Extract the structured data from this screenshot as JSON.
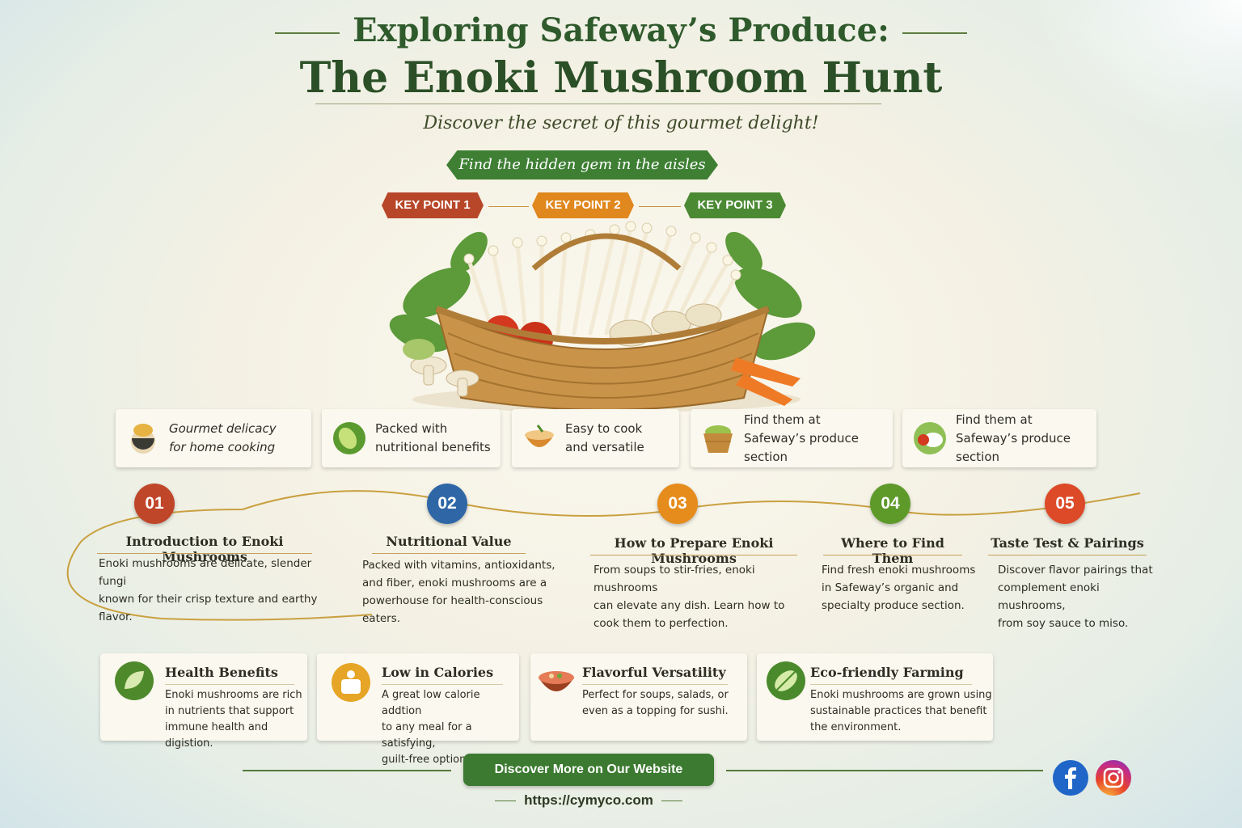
{
  "header": {
    "title_line1": "Exploring Safeway’s Produce:",
    "title_line2": "The Enoki Mushroom Hunt",
    "subtitle": "Discover the secret of this gourmet delight!",
    "ribbon": "Find the hidden gem in the aisles"
  },
  "key_points": [
    "KEY POINT 1",
    "KEY POINT 2",
    "KEY POINT 3"
  ],
  "features": [
    {
      "line1": "Gourmet delicacy",
      "line2": "for home cooking",
      "icon": "chef-icon"
    },
    {
      "line1": "Packed with",
      "line2": "nutritional benefits",
      "icon": "leaf-icon"
    },
    {
      "line1": "Easy to cook",
      "line2": "and versatile",
      "icon": "bowl-icon"
    },
    {
      "line1": "Find them at",
      "line2": "Safeway’s produce section",
      "icon": "basket-icon"
    },
    {
      "line1": "Find them at",
      "line2": "Safeway’s produce section",
      "icon": "produce-icon"
    }
  ],
  "steps": [
    {
      "num": "01",
      "title": "Introduction to Enoki Mushrooms",
      "desc": [
        "Enoki mushrooms are delicate, slender fungi",
        "known for their crisp texture and earthy flavor."
      ],
      "color": "#c0462a"
    },
    {
      "num": "02",
      "title": "Nutritional Value",
      "desc": [
        "Packed with vitamins, antioxidants,",
        "and fiber, enoki mushrooms are a",
        "powerhouse for health-conscious eaters."
      ],
      "color": "#2f67a6"
    },
    {
      "num": "03",
      "title": "How to Prepare Enoki Mushrooms",
      "desc": [
        "From soups to stir-fries, enoki mushrooms",
        "can elevate any dish. Learn how to",
        "cook them to perfection."
      ],
      "color": "#e58c1c"
    },
    {
      "num": "04",
      "title": "Where to Find Them",
      "desc": [
        "Find fresh enoki mushrooms",
        "in Safeway’s organic and",
        "specialty produce section."
      ],
      "color": "#5e9a2a"
    },
    {
      "num": "05",
      "title": "Taste Test & Pairings",
      "desc": [
        "Discover flavor pairings that",
        "complement enoki mushrooms,",
        "from soy sauce to miso."
      ],
      "color": "#dd4a28"
    }
  ],
  "cards": [
    {
      "title": "Health Benefits",
      "desc": [
        "Enoki mushrooms are rich",
        "in nutrients that support",
        "immune health and digistion."
      ],
      "icon": "leaf-icon"
    },
    {
      "title": "Low in Calories",
      "desc": [
        "A great low calorie addtion",
        "to any meal for a satisfying,",
        "guilt-free option."
      ],
      "icon": "scale-icon"
    },
    {
      "title": "Flavorful Versatility",
      "desc": [
        "Perfect for soups, salads, or",
        "even as a topping for sushi."
      ],
      "icon": "bowl-icon"
    },
    {
      "title": "Eco-friendly Farming",
      "desc": [
        "Enoki mushrooms are grown using",
        "sustainable practices that benefit",
        "the environment."
      ],
      "icon": "eco-leaf-icon"
    }
  ],
  "footer": {
    "cta": "Discover More on Our Website",
    "url": "https://cymyco.com",
    "social": [
      "facebook-icon",
      "instagram-icon"
    ]
  },
  "colors": {
    "brand_green": "#3b7a30",
    "title_green": "#2b4f27"
  }
}
